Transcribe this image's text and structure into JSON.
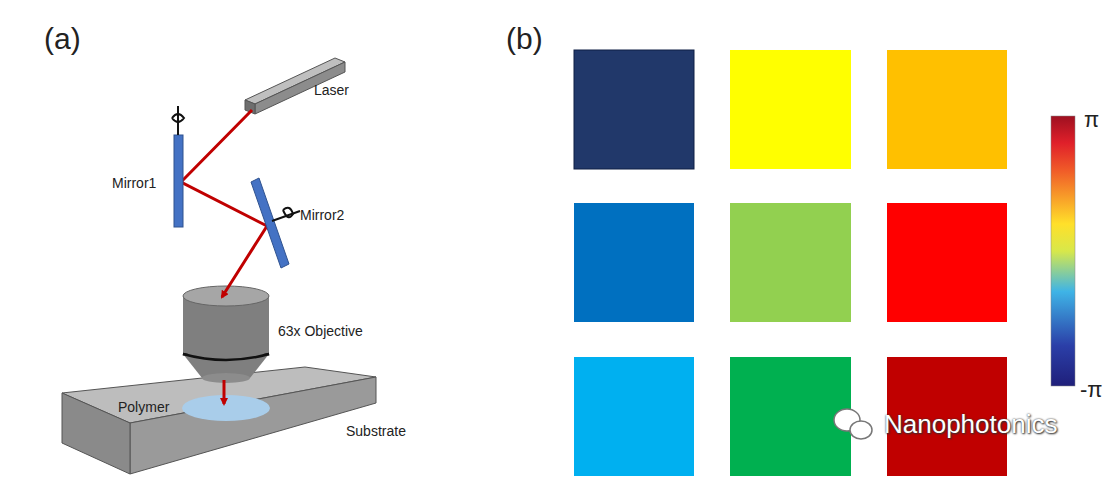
{
  "diagram": {
    "labels": [
      "(a)",
      "Laser",
      "Mirror1",
      "Mirror2",
      "63x Objective",
      "Polymer",
      "Substrate",
      "(b)",
      "π",
      "-π",
      "Nanophotonics"
    ]
  }
}
